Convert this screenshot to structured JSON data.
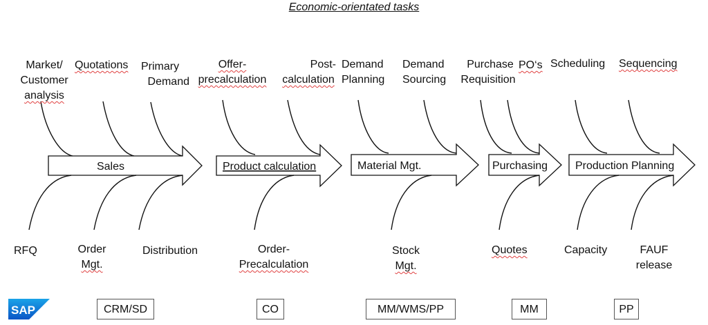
{
  "title": "Economic-orientated tasks",
  "stages": [
    {
      "label": "Sales"
    },
    {
      "label": "Product calculation"
    },
    {
      "label": "Material Mgt."
    },
    {
      "label": "Purchasing"
    },
    {
      "label": "Production Planning"
    }
  ],
  "top_labels": {
    "market": [
      "Market/",
      "Customer",
      "analysis"
    ],
    "quotations": "Quotations",
    "primary_demand": [
      "Primary",
      "Demand"
    ],
    "offer_precalc": [
      "Offer-",
      "precalculation"
    ],
    "post_calc": [
      "Post-",
      "calculation"
    ],
    "demand_planning": [
      "Demand",
      "Planning"
    ],
    "demand_sourcing": [
      "Demand",
      "Sourcing"
    ],
    "purchase_requisition": [
      "Purchase",
      "Requisition"
    ],
    "pos": "PO‘s",
    "scheduling": "Scheduling",
    "sequencing": "Sequencing"
  },
  "bottom_labels": {
    "rfq": "RFQ",
    "order_mgt": [
      "Order",
      "Mgt."
    ],
    "distribution": "Distribution",
    "order_precalc": [
      "Order-",
      "Precalculation"
    ],
    "stock_mgt": [
      "Stock",
      "Mgt."
    ],
    "quotes": "Quotes",
    "capacity": "Capacity",
    "fauf_release": [
      "FAUF",
      "release"
    ]
  },
  "modules": {
    "logo": "SAP",
    "crm_sd": "CRM/SD",
    "co": "CO",
    "mm_wms_pp": "MM/WMS/PP",
    "mm": "MM",
    "pp": "PP"
  },
  "colors": {
    "line": "#111111",
    "sap_blue_top": "#1aa3e8",
    "sap_blue_bottom": "#0a55c6",
    "spell_underline": "#e04040"
  }
}
